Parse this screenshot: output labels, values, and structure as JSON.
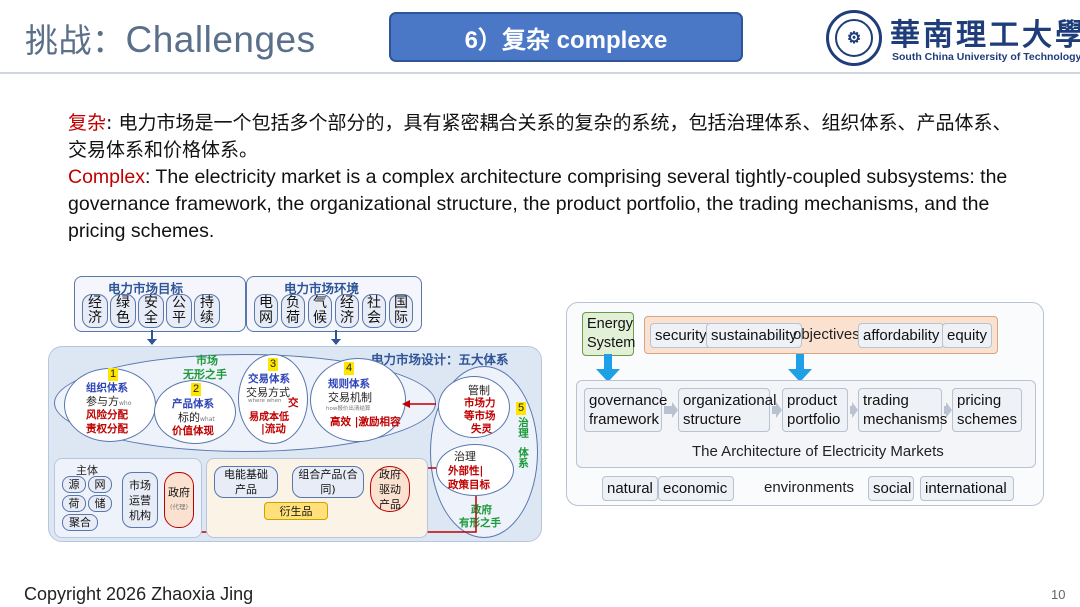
{
  "header": {
    "title_cn": "挑战：",
    "title_en": "Challenges",
    "topic": "6）复杂 complexe",
    "logo_cn": "華南理工大學",
    "logo_en": "South China University of Technology"
  },
  "body": {
    "zh_head": "复杂",
    "zh_text": ": 电力市场是一个包括多个部分的，具有紧密耦合关系的复杂的系统，包括治理体系、组织体系、产品体系、交易体系和价格体系。",
    "en_head": "Complex",
    "en_text": ":   The electricity market is a complex architecture comprising several tightly-coupled subsystems: the governance framework, the organizational structure, the product portfolio, the trading mechanisms, and the pricing schemes."
  },
  "left_diagram": {
    "goals_title": "电力市场目标",
    "goals": [
      "经济",
      "绿色",
      "安全",
      "公平",
      "持续"
    ],
    "env_title": "电力市场环境",
    "env": [
      "电网",
      "负荷",
      "气候",
      "经济",
      "社会",
      "国际"
    ],
    "design_title": "电力市场设计：五大体系",
    "market_label": "市场",
    "invisible_hand": "无形之手",
    "n1": "1",
    "org_sys": "组织体系",
    "org_who": "参与方",
    "org_who_small": "who",
    "org_risk": "风险分配",
    "org_resp": "责权分配",
    "n2": "2",
    "prod_sys": "产品体系",
    "prod_what": "标的",
    "prod_what_small": "what",
    "prod_value": "价值体现",
    "n3": "3",
    "trade_sys": "交易体系",
    "trade_how": "交易方式",
    "trade_small": "where when",
    "trade_red1": "交",
    "trade_red2": "易成本低",
    "trade_red3": "流动",
    "n4": "4",
    "rule_sys": "规则体系",
    "rule_mech": "交易机制",
    "rule_small": "how报价出清结算",
    "rule_red": "高效",
    "rule_red2": "激励相容",
    "regulate": "管制",
    "market_fail": "市场力",
    "market_fail2": "等市场",
    "market_fail3": "失灵",
    "n5": "5",
    "gov_sys": "治理",
    "gov_sys2": "体系",
    "governance": "治理",
    "externality": "外部性",
    "policy_goal": "政策目标",
    "gov_hand1": "政府",
    "gov_hand2": "有形之手",
    "subject": "主体",
    "subjects": [
      "源",
      "网",
      "荷",
      "储",
      "聚合"
    ],
    "operator": "市场运营机构",
    "government": "政府",
    "government_small": "(代理)",
    "energy_product": "电能基础产品",
    "portfolio": "组合产品(合同)",
    "gov_driven": "政府驱动产品",
    "derivative": "衍生品"
  },
  "right_diagram": {
    "energy_system": "Energy System",
    "objectives_items": [
      "security",
      "sustainability",
      "affordability",
      "equity"
    ],
    "objectives_label": "objectives",
    "subsystems": [
      "governance framework",
      "organizational structure",
      "product portfolio",
      "trading mechanisms",
      "pricing schemes"
    ],
    "architecture": "The Architecture of Electricity Markets",
    "env_items": [
      "natural",
      "economic",
      "social",
      "international"
    ],
    "env_label": "environments"
  },
  "footer": {
    "copyright": "Copyright 2026 Zhaoxia Jing",
    "page": "10"
  },
  "colors": {
    "header_blue": "#4a78c7",
    "accent_red": "#c00000",
    "diagram_blue": "#5877ad",
    "objectives_orange": "#fbe2d0",
    "arrow_blue": "#1fa0e6"
  }
}
